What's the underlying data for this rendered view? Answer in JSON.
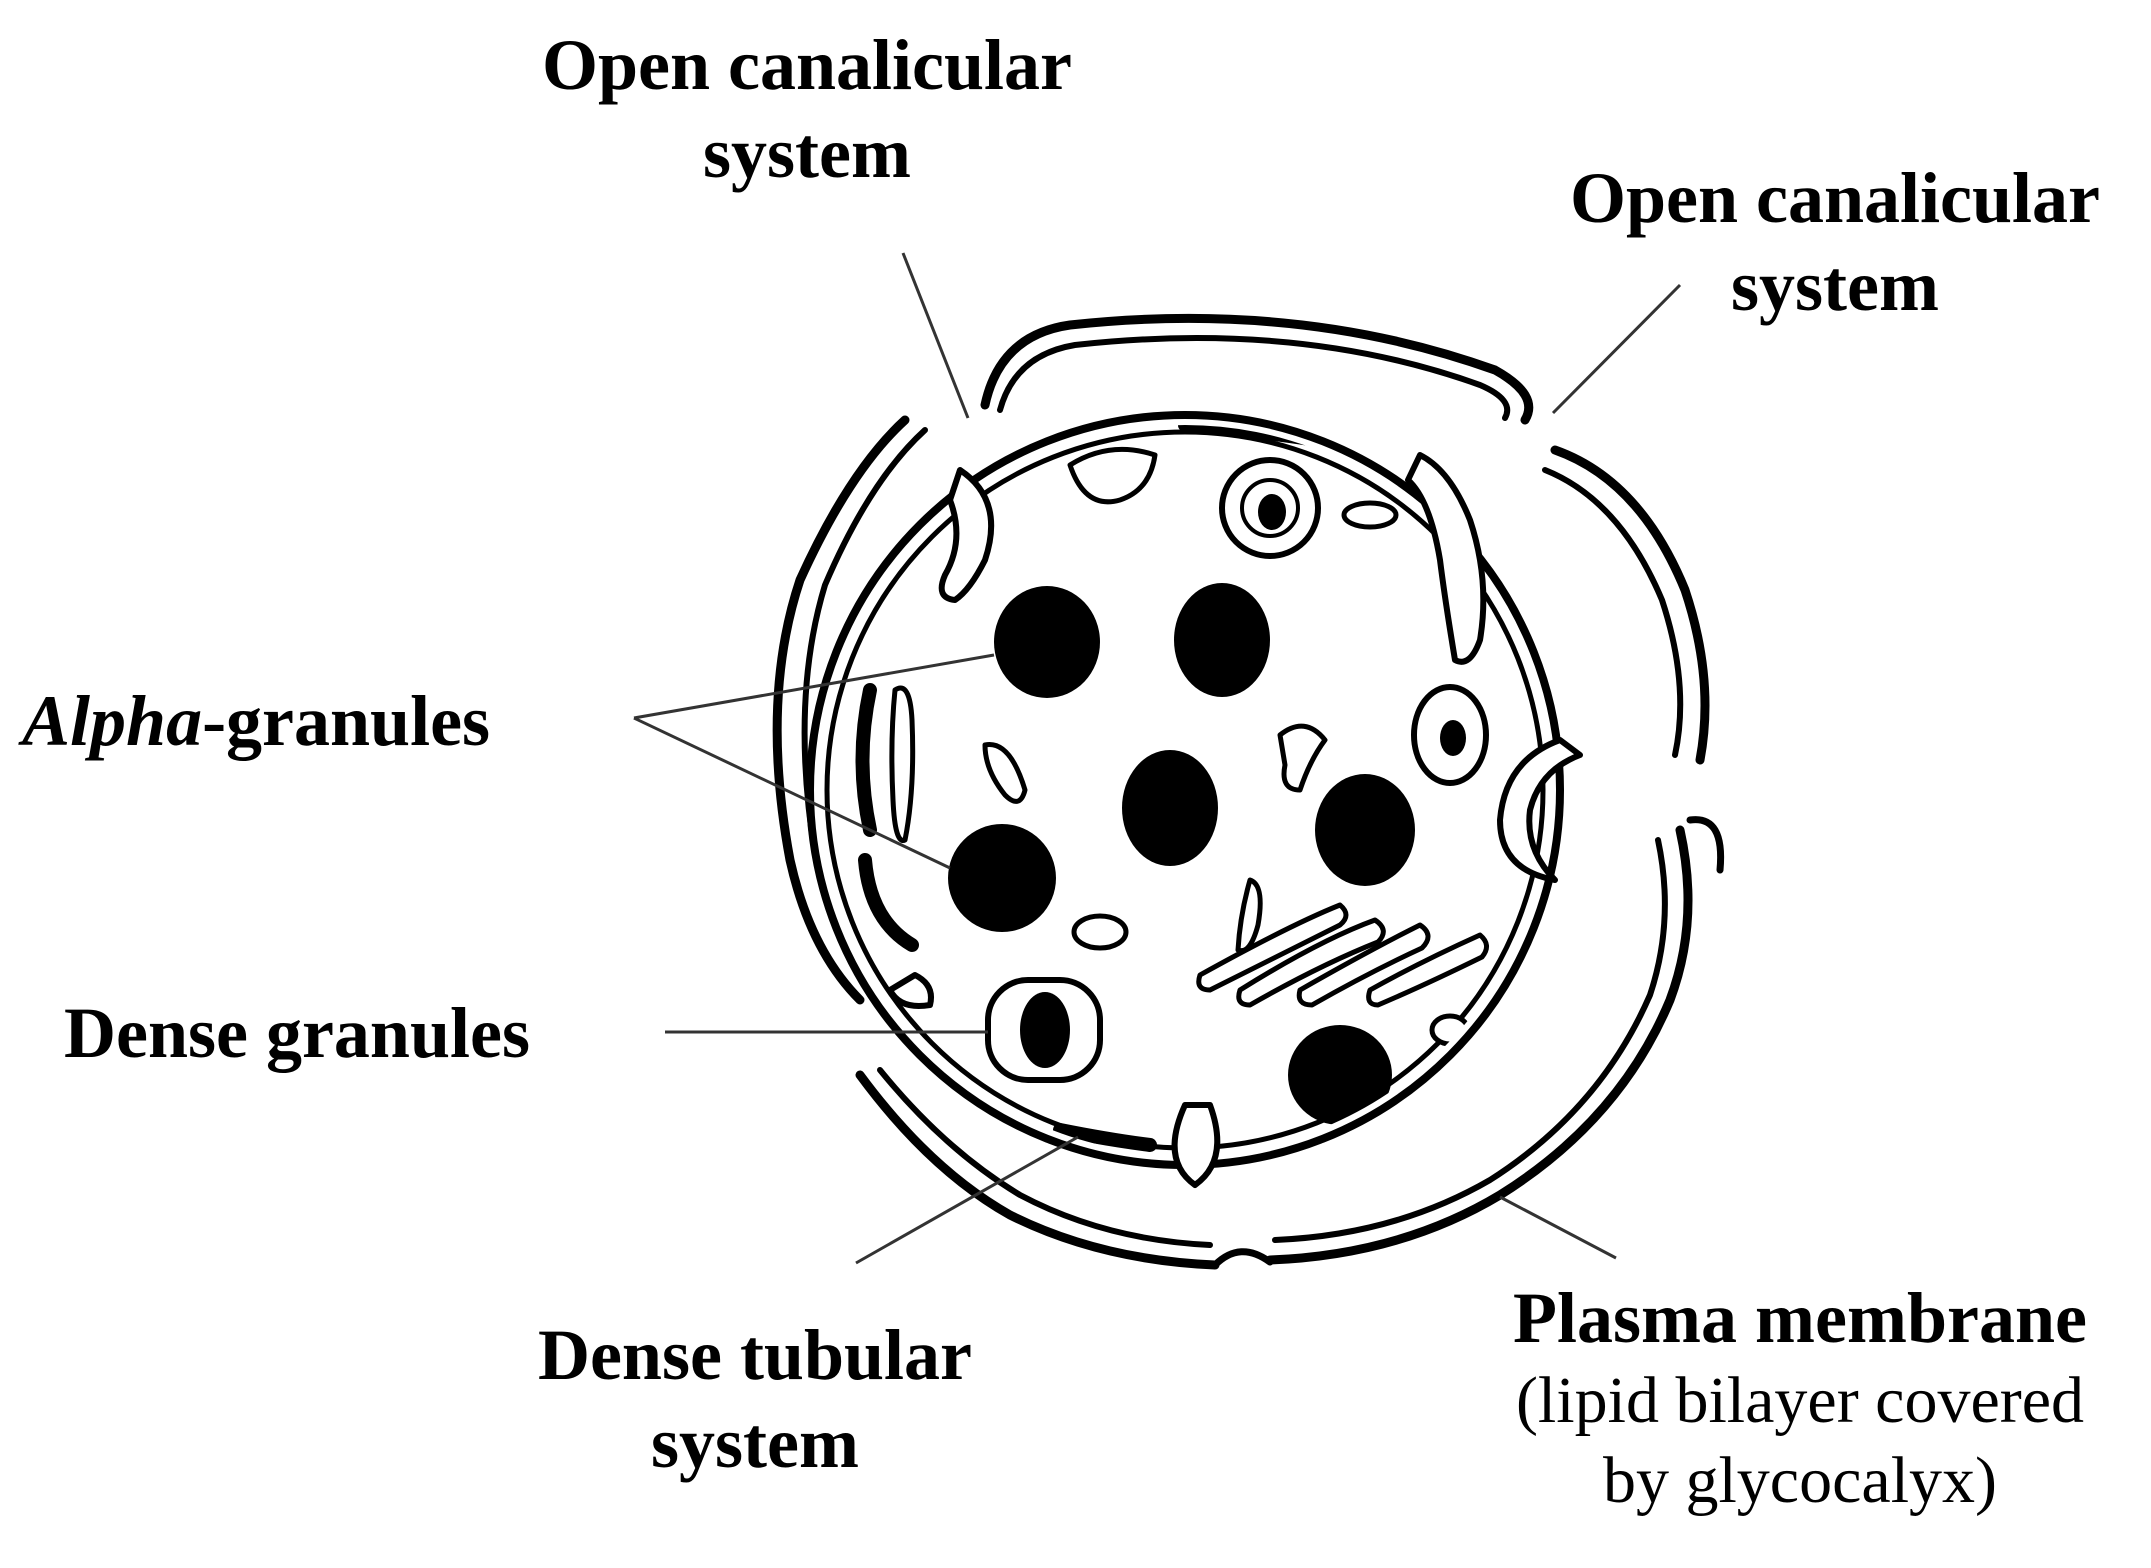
{
  "labels": {
    "ocs_left": {
      "line1": "Open canalicular",
      "line2": "system"
    },
    "ocs_right": {
      "line1": "Open canalicular",
      "line2": "system"
    },
    "alpha": {
      "italic": "Alpha",
      "rest": "-granules"
    },
    "dense_granules": "Dense granules",
    "dense_tubular": {
      "line1": "Dense tubular",
      "line2": "system"
    },
    "plasma_membrane": {
      "title": "Plasma membrane",
      "desc1": "(lipid bilayer covered",
      "desc2": "by glycocalyx)"
    }
  },
  "colors": {
    "ink": "#000000",
    "fill": "#ffffff",
    "leader": "#333333"
  }
}
